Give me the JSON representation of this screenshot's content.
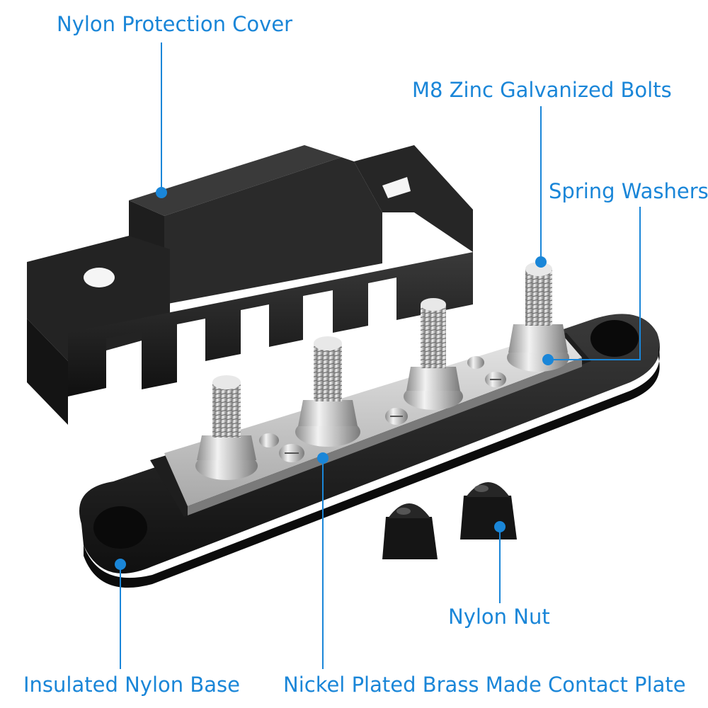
{
  "callouts": {
    "cover": "Nylon Protection Cover",
    "bolts": "M8 Zinc Galvanized Bolts",
    "washers": "Spring Washers",
    "nut": "Nylon Nut",
    "base": "Insulated Nylon Base",
    "plate": "Nickel Plated Brass Made Contact Plate"
  },
  "colors": {
    "callout": "#1a86d8",
    "nylon_black": "#1b1b1b",
    "metal": "#c9c9c9"
  }
}
